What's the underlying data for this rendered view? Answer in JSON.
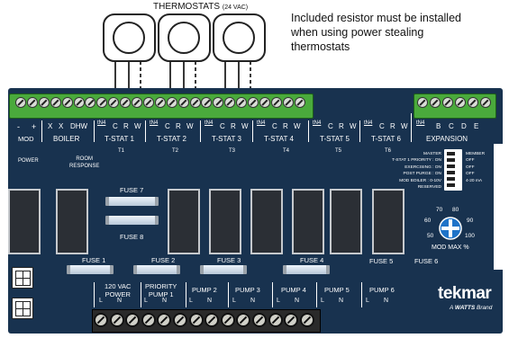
{
  "thermostats": {
    "label": "THERMOSTATS",
    "label_sub": "(24 VAC)"
  },
  "note": {
    "line1": "Included resistor must be installed",
    "line2": "when using power stealing",
    "line3": "thermostats"
  },
  "terminals_top": {
    "mod_minus": "-",
    "mod_plus": "+",
    "mod_label": "MOD",
    "boiler_x1": "X",
    "boiler_x2": "X",
    "boiler_dhw": "DHW",
    "boiler_label": "BOILER",
    "tstats": [
      {
        "tn4": "tN4",
        "c": "C",
        "r": "R",
        "w": "W",
        "label": "T-STAT 1"
      },
      {
        "tn4": "tN4",
        "c": "C",
        "r": "R",
        "w": "W",
        "label": "T-STAT 2"
      },
      {
        "tn4": "tN4",
        "c": "C",
        "r": "R",
        "w": "W",
        "label": "T-STAT 3"
      },
      {
        "tn4": "tN4",
        "c": "C",
        "r": "R",
        "w": "W",
        "label": "T-STAT 4"
      },
      {
        "tn4": "tN4",
        "c": "C",
        "r": "R",
        "w": "W",
        "label": "T-STAT 5"
      },
      {
        "tn4": "tN4",
        "c": "C",
        "r": "R",
        "w": "W",
        "label": "T-STAT 6"
      }
    ],
    "exp": {
      "tn4": "tN4",
      "b": "B",
      "c": "C",
      "d": "D",
      "e": "E",
      "label": "EXPANSION"
    }
  },
  "leds": {
    "power": "POWER",
    "room1": "ROOM",
    "room2": "RESPONSE",
    "t": [
      "T1",
      "T2",
      "T3",
      "T4",
      "T5",
      "T6"
    ]
  },
  "dip": {
    "left": [
      "MASTER",
      "T-STAT 1 PRIORITY : ON",
      "EXERCISING : ON",
      "POST PURGE : ON",
      "MOD BOILER : 0-10V",
      "RESERVED"
    ],
    "right": [
      "MEMBER",
      "OFF",
      "OFF",
      "OFF",
      "4-20 mA"
    ]
  },
  "dial": {
    "t70": "70",
    "t80": "80",
    "t60": "60",
    "t90": "90",
    "t50": "50",
    "t100": "100",
    "label": "MOD MAX %"
  },
  "fuses": {
    "f7": "FUSE 7",
    "f8": "FUSE 8",
    "f1": "FUSE 1",
    "f2": "FUSE 2",
    "f3": "FUSE 3",
    "f4": "FUSE 4",
    "f5": "FUSE 5",
    "f6": "FUSE 6"
  },
  "power_terms": {
    "vac_1": "120 VAC",
    "vac_2": "POWER",
    "pri_1": "PRIORITY",
    "pri_2": "PUMP 1",
    "p2": "PUMP 2",
    "p3": "PUMP 3",
    "p4": "PUMP 4",
    "p5": "PUMP 5",
    "p6": "PUMP 6",
    "L": "L",
    "N": "N"
  },
  "brand": {
    "name": "tekmar",
    "sub_a": "A",
    "sub_watts": "WATTS",
    "sub_brand": "Brand"
  },
  "colors": {
    "board": "#18324f",
    "terminal_green": "#4aaa3c",
    "relay": "#2b2f35",
    "dial_blue": "#1e73c8"
  }
}
